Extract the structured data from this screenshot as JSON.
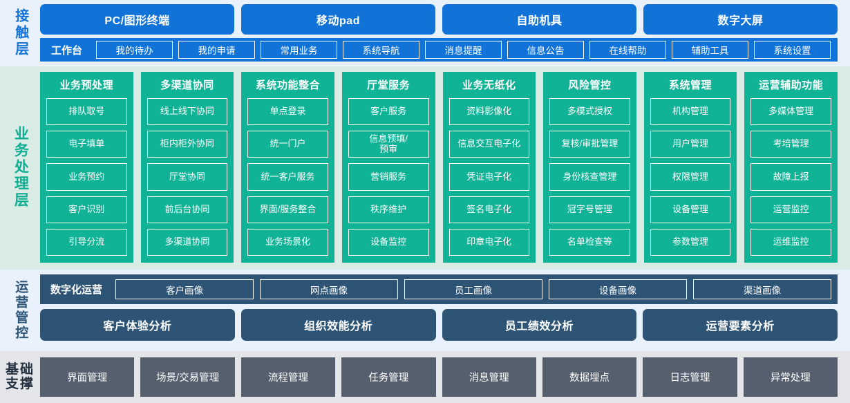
{
  "layers": {
    "contact": {
      "label": "接触层",
      "channels": [
        "PC/图形终端",
        "移动pad",
        "自助机具",
        "数字大屏"
      ],
      "nav_title": "工作台",
      "nav_items": [
        "我的待办",
        "我的申请",
        "常用业务",
        "系统导航",
        "消息提醒",
        "信息公告",
        "在线帮助",
        "辅助工具",
        "系统设置"
      ]
    },
    "business": {
      "label": "业务处理层",
      "columns": [
        {
          "title": "业务预处理",
          "items": [
            "排队取号",
            "电子填单",
            "业务预约",
            "客户识别",
            "引导分流"
          ]
        },
        {
          "title": "多渠道协同",
          "items": [
            "线上线下协同",
            "柜内柜外协同",
            "厅堂协同",
            "前后台协同",
            "多渠道协同"
          ]
        },
        {
          "title": "系统功能整合",
          "items": [
            "单点登录",
            "统一门户",
            "统一客户服务",
            "界面/服务整合",
            "业务场景化"
          ]
        },
        {
          "title": "厅堂服务",
          "items": [
            "客户服务",
            "信息预填/\n预审",
            "营销服务",
            "秩序维护",
            "设备监控"
          ]
        },
        {
          "title": "业务无纸化",
          "items": [
            "资料影像化",
            "信息交互电子化",
            "凭证电子化",
            "签名电子化",
            "印章电子化"
          ]
        },
        {
          "title": "风险管控",
          "items": [
            "多模式授权",
            "复核/审批管理",
            "身份核查管理",
            "冠字号管理",
            "名单检查等"
          ]
        },
        {
          "title": "系统管理",
          "items": [
            "机构管理",
            "用户管理",
            "权限管理",
            "设备管理",
            "参数管理"
          ]
        },
        {
          "title": "运营辅助功能",
          "items": [
            "多媒体管理",
            "考培管理",
            "故障上报",
            "运营监控",
            "运维监控"
          ]
        }
      ]
    },
    "operations": {
      "label": "运营管控",
      "row1_title": "数字化运营",
      "row1_items": [
        "客户画像",
        "网点画像",
        "员工画像",
        "设备画像",
        "渠道画像"
      ],
      "row2_items": [
        "客户体验分析",
        "组织效能分析",
        "员工绩效分析",
        "运营要素分析"
      ]
    },
    "foundation": {
      "label_line1": "基础",
      "label_line2": "支撑",
      "items": [
        "界面管理",
        "场景/交易管理",
        "流程管理",
        "任务管理",
        "消息管理",
        "数据埋点",
        "日志管理",
        "异常处理"
      ]
    }
  },
  "colors": {
    "contact_band_bg": "#e9f2fc",
    "contact_accent": "#1173d8",
    "business_band_bg": "#d9ece6",
    "business_accent": "#11b396",
    "operations_band_bg": "#e9f2fc",
    "operations_accent": "#2e5475",
    "foundation_band_bg": "#e3e5e9",
    "foundation_accent": "#555f6e"
  }
}
